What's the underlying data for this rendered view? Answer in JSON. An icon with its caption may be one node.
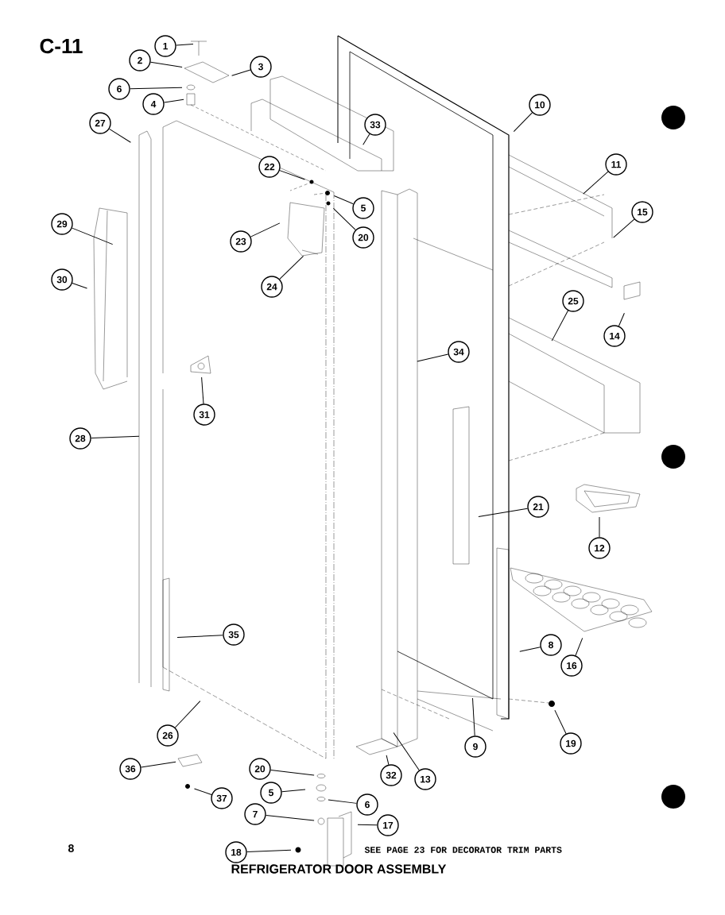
{
  "diagram": {
    "title": "REFRIGERATOR DOOR ASSEMBLY",
    "nodes": [
      {
        "text": [
          "1"
        ]
      },
      {
        "text": [
          "2"
        ]
      },
      {
        "text": [
          "3"
        ]
      },
      {
        "text": [
          "6"
        ]
      },
      {
        "text": [
          "4"
        ]
      },
      {
        "text": [
          "10"
        ]
      },
      {
        "text": [
          "27"
        ]
      },
      {
        "text": [
          "33"
        ]
      },
      {
        "text": [
          "11"
        ]
      },
      {
        "text": [
          "22"
        ]
      },
      {
        "text": [
          "5"
        ]
      },
      {
        "text": [
          "15"
        ]
      },
      {
        "text": [
          "29"
        ]
      },
      {
        "text": [
          "20"
        ]
      },
      {
        "text": [
          "23"
        ]
      },
      {
        "text": [
          "30"
        ]
      },
      {
        "text": [
          "24"
        ]
      },
      {
        "text": [
          "25"
        ]
      },
      {
        "text": [
          "14"
        ]
      },
      {
        "text": [
          "34"
        ]
      },
      {
        "text": [
          "31"
        ]
      },
      {
        "text": [
          "28"
        ]
      },
      {
        "text": [
          "21"
        ]
      },
      {
        "text": [
          "12"
        ]
      },
      {
        "text": [
          "35"
        ]
      },
      {
        "text": [
          "8"
        ]
      },
      {
        "text": [
          "16"
        ]
      },
      {
        "text": [
          "26"
        ]
      },
      {
        "text": [
          "19"
        ]
      },
      {
        "text": [
          "9"
        ]
      },
      {
        "text": [
          "36"
        ]
      },
      {
        "text": [
          "20"
        ]
      },
      {
        "text": [
          "32"
        ]
      },
      {
        "text": [
          "13"
        ]
      },
      {
        "text": [
          "5"
        ]
      },
      {
        "text": [
          "37"
        ]
      },
      {
        "text": [
          "6"
        ]
      },
      {
        "text": [
          "7"
        ]
      },
      {
        "text": [
          "17"
        ]
      },
      {
        "text": [
          "18"
        ]
      }
    ],
    "edges": [
      {
        "from": 0,
        "to": null,
        "arrow": "none"
      },
      {
        "from": 1,
        "to": null,
        "arrow": "none"
      },
      {
        "from": 2,
        "to": null,
        "arrow": "none"
      },
      {
        "from": 3,
        "to": null,
        "arrow": "none"
      },
      {
        "from": 4,
        "to": null,
        "arrow": "none"
      },
      {
        "from": 5,
        "to": null,
        "arrow": "none"
      },
      {
        "from": 6,
        "to": null,
        "arrow": "none"
      },
      {
        "from": 7,
        "to": null,
        "arrow": "none"
      },
      {
        "from": 8,
        "to": null,
        "arrow": "none"
      },
      {
        "from": 9,
        "to": null,
        "arrow": "none"
      },
      {
        "from": 10,
        "to": null,
        "arrow": "none"
      },
      {
        "from": 11,
        "to": null,
        "arrow": "none"
      },
      {
        "from": 12,
        "to": null,
        "arrow": "none"
      },
      {
        "from": 13,
        "to": null,
        "arrow": "none"
      },
      {
        "from": 14,
        "to": null,
        "arrow": "none"
      },
      {
        "from": 15,
        "to": null,
        "arrow": "none"
      },
      {
        "from": 16,
        "to": null,
        "arrow": "none"
      },
      {
        "from": 17,
        "to": null,
        "arrow": "none"
      },
      {
        "from": 18,
        "to": null,
        "arrow": "none"
      },
      {
        "from": 19,
        "to": null,
        "arrow": "none"
      },
      {
        "from": 20,
        "to": null,
        "arrow": "none"
      },
      {
        "from": 21,
        "to": null,
        "arrow": "none"
      },
      {
        "from": 22,
        "to": null,
        "arrow": "none"
      },
      {
        "from": 23,
        "to": null,
        "arrow": "none"
      },
      {
        "from": 24,
        "to": null,
        "arrow": "none"
      },
      {
        "from": 25,
        "to": null,
        "arrow": "none"
      },
      {
        "from": 26,
        "to": null,
        "arrow": "none"
      },
      {
        "from": 27,
        "to": null,
        "arrow": "none"
      },
      {
        "from": 28,
        "to": null,
        "arrow": "none"
      },
      {
        "from": 29,
        "to": null,
        "arrow": "none"
      },
      {
        "from": 30,
        "to": null,
        "arrow": "none"
      },
      {
        "from": 31,
        "to": null,
        "arrow": "none"
      },
      {
        "from": 32,
        "to": null,
        "arrow": "none"
      },
      {
        "from": 33,
        "to": null,
        "arrow": "none"
      },
      {
        "from": 34,
        "to": null,
        "arrow": "none"
      },
      {
        "from": 35,
        "to": null,
        "arrow": "none"
      },
      {
        "from": 36,
        "to": null,
        "arrow": "none"
      },
      {
        "from": 37,
        "to": null,
        "arrow": "none"
      },
      {
        "from": 38,
        "to": null,
        "arrow": "none"
      },
      {
        "from": 39,
        "to": null,
        "arrow": "none"
      }
    ],
    "labels": [
      "C-11",
      "8",
      "SEE PAGE 23 FOR DECORATOR TRIM PARTS"
    ]
  }
}
